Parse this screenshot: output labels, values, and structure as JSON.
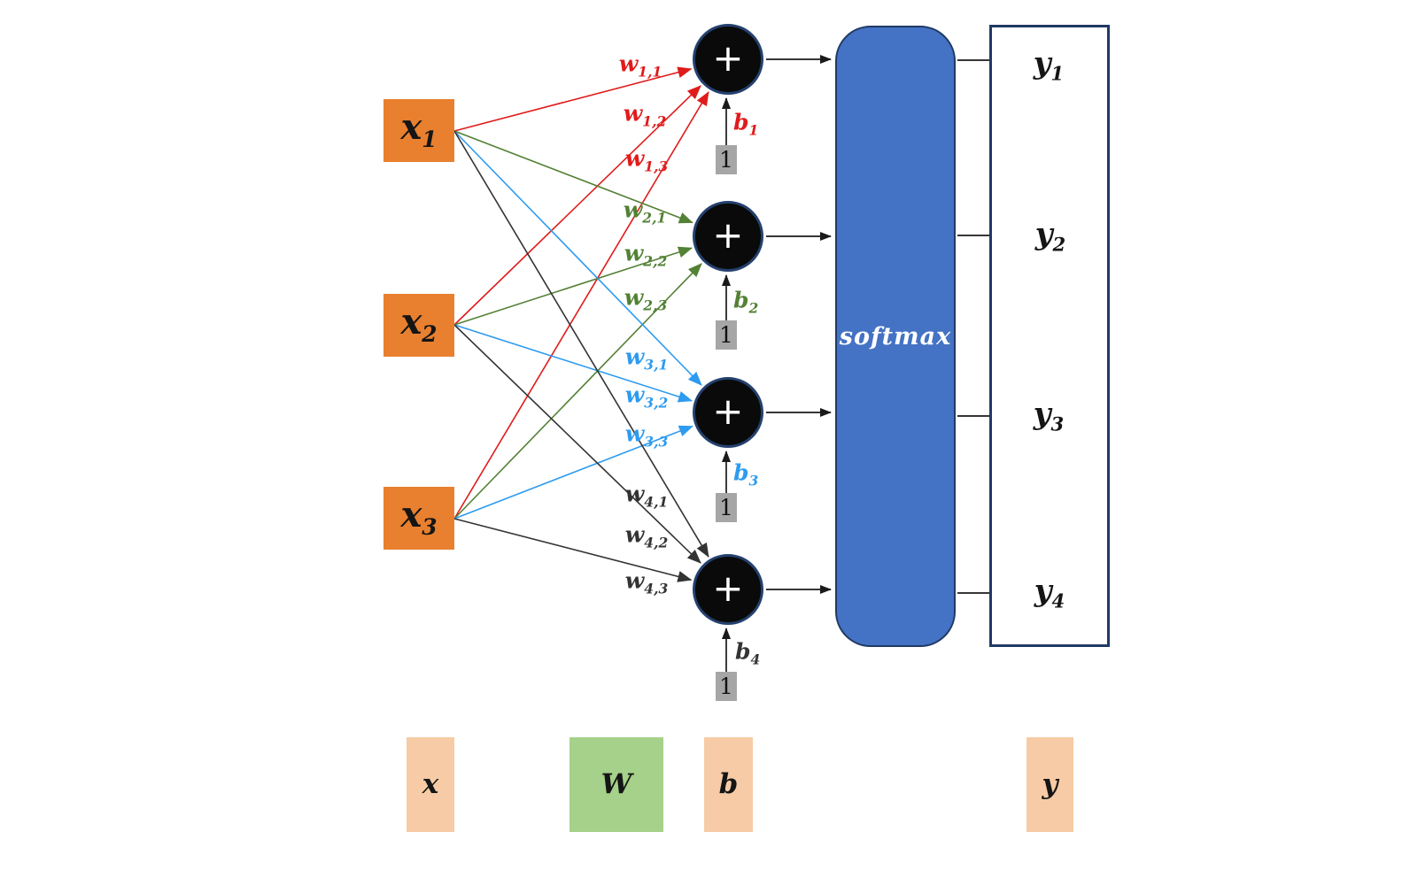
{
  "diagram": {
    "inputs": [
      {
        "base": "x",
        "sub": "1"
      },
      {
        "base": "x",
        "sub": "2"
      },
      {
        "base": "x",
        "sub": "3"
      }
    ],
    "sum_nodes": [
      {
        "op": "+"
      },
      {
        "op": "+"
      },
      {
        "op": "+"
      },
      {
        "op": "+"
      }
    ],
    "weights": [
      {
        "base": "w",
        "sub": "1,1",
        "color_key": "red"
      },
      {
        "base": "w",
        "sub": "1,2",
        "color_key": "red"
      },
      {
        "base": "w",
        "sub": "1,3",
        "color_key": "red"
      },
      {
        "base": "w",
        "sub": "2,1",
        "color_key": "green"
      },
      {
        "base": "w",
        "sub": "2,2",
        "color_key": "green"
      },
      {
        "base": "w",
        "sub": "2,3",
        "color_key": "green"
      },
      {
        "base": "w",
        "sub": "3,1",
        "color_key": "blue"
      },
      {
        "base": "w",
        "sub": "3,2",
        "color_key": "blue"
      },
      {
        "base": "w",
        "sub": "3,3",
        "color_key": "blue"
      },
      {
        "base": "w",
        "sub": "4,1",
        "color_key": "dark"
      },
      {
        "base": "w",
        "sub": "4,2",
        "color_key": "dark"
      },
      {
        "base": "w",
        "sub": "4,3",
        "color_key": "dark"
      }
    ],
    "biases": [
      {
        "base": "b",
        "sub": "1",
        "color_key": "red",
        "constant_input": "1"
      },
      {
        "base": "b",
        "sub": "2",
        "color_key": "green",
        "constant_input": "1"
      },
      {
        "base": "b",
        "sub": "3",
        "color_key": "blue",
        "constant_input": "1"
      },
      {
        "base": "b",
        "sub": "4",
        "color_key": "dark",
        "constant_input": "1"
      }
    ],
    "softmax": {
      "label": "softmax"
    },
    "outputs": [
      {
        "base": "y",
        "sub": "1"
      },
      {
        "base": "y",
        "sub": "2"
      },
      {
        "base": "y",
        "sub": "3"
      },
      {
        "base": "y",
        "sub": "4"
      }
    ],
    "legend": [
      {
        "label": "x",
        "fill_key": "peach"
      },
      {
        "label": "W",
        "fill_key": "light_green"
      },
      {
        "label": "b",
        "fill_key": "peach"
      },
      {
        "label": "y",
        "fill_key": "peach"
      }
    ],
    "colors": {
      "red": "#E01B1B",
      "green": "#538135",
      "blue": "#2D9BF0",
      "dark": "#333333",
      "black": "#1a1a1a",
      "input_orange": "#E8802F",
      "peach": "#F6CBA5",
      "light_green": "#A5D18A",
      "softmax_blue": "#4472C4",
      "navy_border": "#203a64",
      "bias_gray": "#A6A6A6",
      "node_fill": "#0A0A0A"
    }
  }
}
